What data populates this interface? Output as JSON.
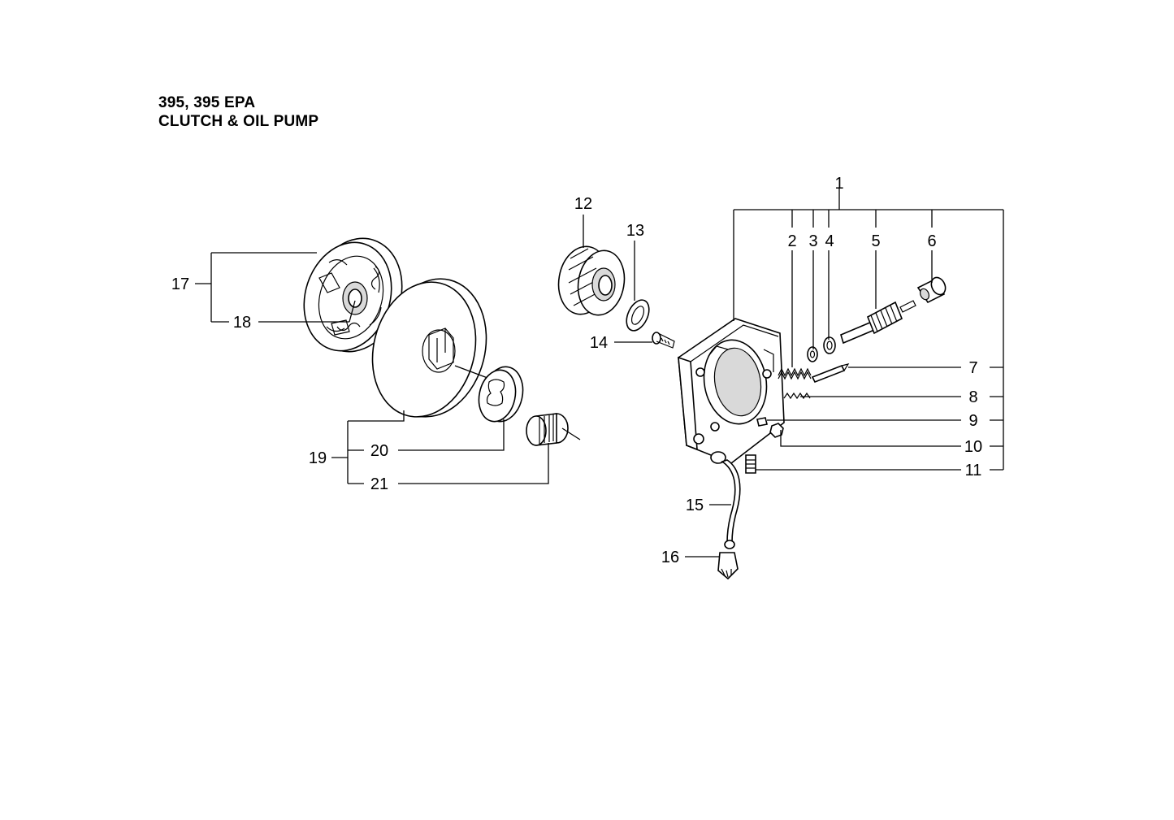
{
  "header": {
    "model": "395, 395 EPA",
    "section": "CLUTCH & OIL PUMP"
  },
  "callouts": {
    "c1": "1",
    "c2": "2",
    "c3": "3",
    "c4": "4",
    "c5": "5",
    "c6": "6",
    "c7": "7",
    "c8": "8",
    "c9": "9",
    "c10": "10",
    "c11": "11",
    "c12": "12",
    "c13": "13",
    "c14": "14",
    "c15": "15",
    "c16": "16",
    "c17": "17",
    "c18": "18",
    "c19": "19",
    "c20": "20",
    "c21": "21"
  }
}
